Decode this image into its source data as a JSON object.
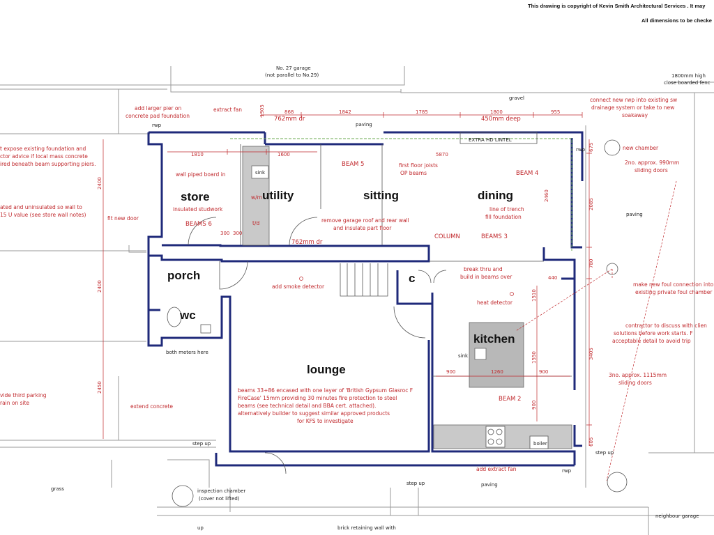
{
  "header": {
    "copyright": "This drawing is copyright of Kevin Smith Architectural Services . It may",
    "dimensions_note": "All dimensions to be checke"
  },
  "rooms": {
    "store": "store",
    "utility": "utility",
    "sitting": "sitting",
    "dining": "dining",
    "porch": "porch",
    "wc": "wc",
    "c": "c",
    "kitchen": "kitchen",
    "lounge": "lounge"
  },
  "site_labels": {
    "garage_27_l1": "No. 27 garage",
    "garage_27_l2": "(not parallel to No.29)",
    "fence_l1": "1800mm high",
    "fence_l2": "close boarded fenc",
    "gravel": "gravel",
    "paving_top": "paving",
    "paving_right": "paving",
    "paving_bottom": "paving",
    "grass": "grass",
    "neighbour_garage": "neighbour garage",
    "brick_wall": "brick retaining wall with",
    "inspection_l1": "inspection chamber",
    "inspection_l2": "(cover not lifted)",
    "step_up_left": "step up",
    "step_up_mid": "step up",
    "step_up_right": "step up",
    "up": "up",
    "rwp_top": "rwp",
    "rwp_right": "rwp",
    "rwp_bottom": "rwp",
    "both_meters": "both meters here"
  },
  "annotations": {
    "larger_pier_l1": "add larger pier on",
    "larger_pier_l2": "concrete pad foundation",
    "extract_fan": "extract fan",
    "door_762_top": "762mm dr",
    "beam_deep": "450mm deep",
    "connect_rwp_l1": "connect new rwp into existing sw",
    "connect_rwp_l2": "drainage system or take to new",
    "connect_rwp_l3": "soakaway",
    "expose_l1": "t expose existing foundation and",
    "expose_l2": "ctor advice if local mass concrete",
    "expose_l3": "ired beneath beam supporting piers.",
    "extra_hd_lintel": "EXTRA HD LINTEL",
    "new_chamber": "new chamber",
    "wall_piped": "wall piped board in",
    "sink_utility": "sink",
    "wm": "w/m",
    "td": "t/d",
    "beam5": "BEAM 5",
    "first_floor_l1": "first floor joists",
    "first_floor_l2": "OP beams",
    "beam4": "BEAM 4",
    "sliding_990_l1": "2no. approx. 990mm",
    "sliding_990_l2": "sliding doors",
    "insulated_l1": "ated and uninsulated so wall to",
    "insulated_l2": "15 U value (see store wall notes)",
    "insulated_stud": "insulated studwork",
    "line_trench_l1": "line of trench",
    "line_trench_l2": "fill foundation",
    "fit_new_door": "fit new door",
    "beams6": "BEAMS 6",
    "remove_garage_l1": "remove garage roof and rear wall",
    "remove_garage_l2": "and insulate part floor",
    "door_762_mid": "762mm dr",
    "column": "COLUMN",
    "beams3": "BEAMS 3",
    "break_thru_l1": "break thru and",
    "break_thru_l2": "build in beams over",
    "smoke_detector": "add smoke detector",
    "foul_conn_l1": "make new foul connection into",
    "foul_conn_l2": "existing private foul chamber",
    "heat_detector": "heat detector",
    "contractor_l1": "contractor to discuss with clien",
    "contractor_l2": "solutions before work starts. F",
    "contractor_l3": "acceptable detail to avoid trip",
    "sink_kitchen": "sink",
    "third_parking_l1": "vide third parking",
    "third_parking_l2": "rain on site",
    "extend_concrete": "extend concrete",
    "beams_note_l1": "beams 33+86 encased with one layer of 'British Gypsum Glasroc F",
    "beams_note_l2": "FireCase' 15mm providing 30 minutes fire protection to steel",
    "beams_note_l3": "beams (see technical detail and BBA cert. attached).",
    "beams_note_l4": "alternatively builder to suggest similar approved products",
    "beams_note_l5": "for KFS to investigate",
    "sliding_1115_l1": "3no. approx. 1115mm",
    "sliding_1115_l2": "sliding doors",
    "beam2": "BEAM 2",
    "boiler": "boiler",
    "add_extract_fan": "add extract fan"
  },
  "dimensions": {
    "top_1305": "1305",
    "top_868": "868",
    "top_1842": "1842",
    "top_1785": "1785",
    "top_1800": "1800",
    "top_955": "955",
    "store_1810": "1810",
    "util_1600": "1600",
    "sitting_5870": "5870",
    "right_675": "675",
    "right_2085": "2085",
    "right_780": "780",
    "right_3405": "3405",
    "right_605": "605",
    "left_2400a": "2400",
    "left_2400b": "2400",
    "left_2450": "2450",
    "dining_2460": "2460",
    "store_300a": "300",
    "store_300b": "300",
    "k_1510": "1510",
    "k_440": "440",
    "k_1550": "1550",
    "k_900a": "900",
    "k_1260": "1260",
    "k_900b": "900",
    "k_900c": "900"
  }
}
